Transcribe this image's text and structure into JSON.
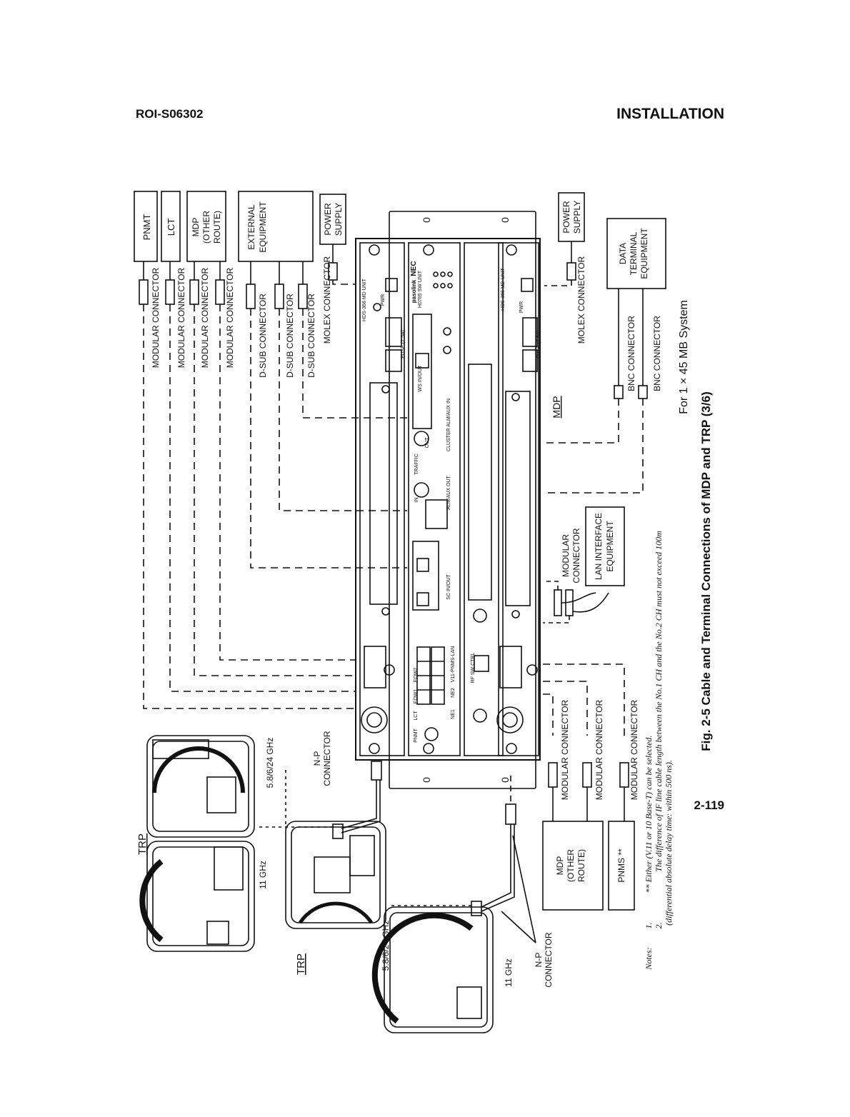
{
  "header": {
    "doc_id": "ROI-S06302",
    "section": "INSTALLATION"
  },
  "page_number": "2-119",
  "figure": {
    "caption": "Fig. 2-5 Cable and Terminal Connections of MDP and TRP (3/6)",
    "system_label": "For 1 × 45 MB System"
  },
  "left_boxes": {
    "pnmt": "PNMT",
    "lct": "LCT",
    "mdp_other_1": "MDP",
    "mdp_other_2": "(OTHER",
    "mdp_other_3": "ROUTE)",
    "ext_1": "EXTERNAL",
    "ext_2": "EQUIPMENT",
    "power_1": "POWER",
    "power_2": "SUPPLY"
  },
  "left_connectors": {
    "mod1": "MODULAR CONNECTOR",
    "mod2": "MODULAR CONNECTOR",
    "mod3": "MODULAR CONNECTOR",
    "mod4": "MODULAR CONNECTOR",
    "dsub1": "D-SUB CONNECTOR",
    "dsub2": "D-SUB CONNECTOR",
    "dsub3": "D-SUB CONNECTOR",
    "molex": "MOLEX CONNECTOR"
  },
  "right_side": {
    "power_1": "POWER",
    "power_2": "SUPPLY",
    "molex": "MOLEX CONNECTOR",
    "dte_1": "DATA",
    "dte_2": "TERMINAL",
    "dte_3": "EQUIPMENT",
    "bnc1": "BNC CONNECTOR",
    "bnc2": "BNC CONNECTOR",
    "mdp": "MDP",
    "mod_conn_1": "MODULAR",
    "mod_conn_2": "CONNECTOR",
    "lan_1": "LAN INTERFACE",
    "lan_2": "EQUIPMENT"
  },
  "bottom_boxes": {
    "mdp_1": "MDP",
    "mdp_2": "(OTHER",
    "mdp_3": "ROUTE)",
    "pnms": "PNMS **",
    "mod1": "MODULAR CONNECTOR",
    "mod2": "MODULAR CONNECTOR",
    "mod3": "MODULAR CONNECTOR"
  },
  "trp": {
    "trp_a": "TRP",
    "trp_b": "TRP",
    "freq_11a": "11 GHz",
    "freq_58a": "5.8/6/24 GHz",
    "freq_58b": "5.8/6/24 GHz",
    "freq_11b": "11 GHz",
    "np_1": "N-P",
    "np_2": "CONNECTOR",
    "np2_1": "N-P",
    "np2_2": "CONNECTOR"
  },
  "notes": {
    "label": "Notes:",
    "n1_num": "1.",
    "n1": "** Either (V.11 or 10 Base-T) can be selected.",
    "n2_num": "2.",
    "n2a": "The difference of IF line cable length between the No.1 CH and the No.2 CH must not exceed 100m",
    "n2b": "(differential absolute delay time: within 500 ns)."
  },
  "panel_labels": {
    "md_unit": "HDS-368 MD UNIT",
    "sw_unit": "H0765 SW UNIT",
    "pwr": "PWR",
    "fuse": "FUSE (7.5A)",
    "ws": "WS IN/OUT",
    "traffic": "TRAFFIC",
    "in": "IN",
    "out": "OUT",
    "cluster": "CLUSTER ALM/AUX IN",
    "almaux": "ALM/AUX OUT",
    "sc": "SC IN/OUT",
    "pnmt": "PNMT",
    "lct": "LCT",
    "eow1": "EOW1",
    "eow2": "EOW2",
    "ne1": "NE1",
    "ne2": "NE2",
    "v11": "V11-PNMS-LAN",
    "rfsw": "RF SW CTRL",
    "nec": "NEC",
    "pasolink": "pasolink"
  }
}
